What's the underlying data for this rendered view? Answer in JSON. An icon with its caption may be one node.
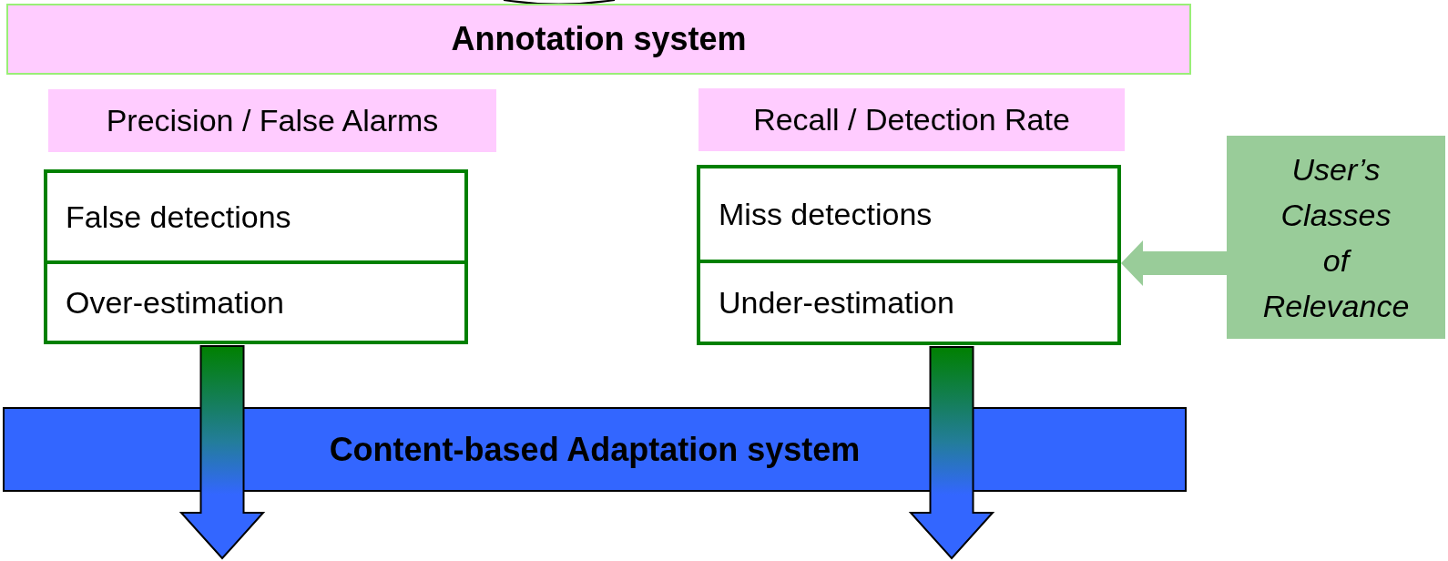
{
  "diagram": {
    "nodes": [
      {
        "text": [
          "Annotation system"
        ]
      },
      {
        "text": [
          "Precision / False Alarms"
        ]
      },
      {
        "text": [],
        "shape": "box"
      },
      {
        "text": [
          "False detections"
        ],
        "in": 2
      },
      {
        "text": [
          "Over-estimation"
        ],
        "in": 2
      },
      {
        "text": [
          "Recall / Detection Rate"
        ]
      },
      {
        "text": [],
        "shape": "box"
      },
      {
        "text": [
          "Miss detections"
        ],
        "in": 6
      },
      {
        "text": [
          "Under-estimation"
        ],
        "in": 6
      },
      {
        "text": [
          "User’s Classes of Relevance"
        ]
      },
      {
        "text": [
          "Content-based Adaptation system"
        ]
      }
    ],
    "edges": [
      {
        "from": 2,
        "to": null,
        "arrow": "to"
      },
      {
        "from": 6,
        "to": null,
        "arrow": "to"
      },
      {
        "from": 9,
        "to": 6,
        "arrow": "to"
      }
    ]
  }
}
